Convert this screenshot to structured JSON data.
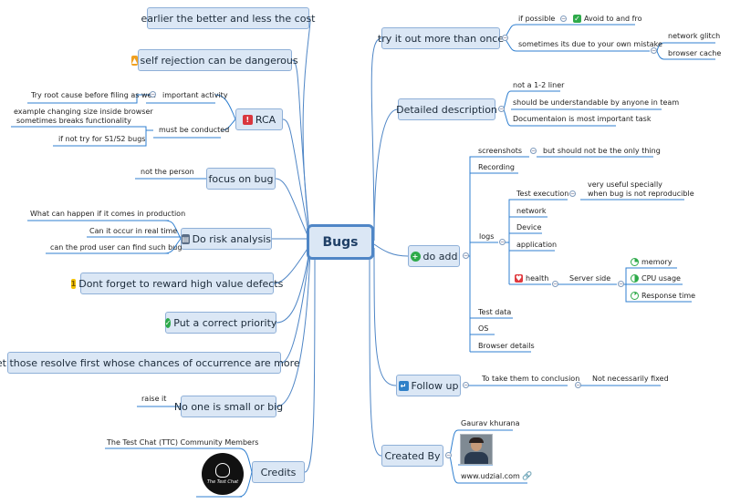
{
  "central": {
    "label": "Bugs"
  },
  "left": {
    "earlier": "earlier the better and less the cost",
    "self_rejection": "self rejection can be dangerous",
    "rca": {
      "label": "RCA",
      "important_activity": "important activity",
      "try_root_cause": "Try root cause before filing as well",
      "must_be_conducted": "must be conducted",
      "example_line1": "example changing size inside browser",
      "example_line2": "sometimes breaks functionality",
      "if_not_try": "if not try for S1/S2 bugs"
    },
    "focus": {
      "label": "focus on bug",
      "not_the_person": "not the person"
    },
    "risk": {
      "label": "Do risk analysis",
      "what_can_happen": "What can happen if it comes in production",
      "can_it_occur": "Can it occur in real time",
      "can_prod_user": "can the prod user can find such bug"
    },
    "reward": "Dont forget to reward high value defects",
    "priority": "Put a correct priority",
    "resolve": "Get those resolve first whose chances of occurrence are more",
    "small_big": {
      "label": "No one is small or big",
      "raise_it": "raise it"
    },
    "credits": {
      "label": "Credits",
      "community": "The Test Chat (TTC) Community Members",
      "logo_text": "The Test Chat"
    }
  },
  "right": {
    "try_it": {
      "label": "try it out more than once",
      "if_possible": "if possible",
      "avoid": "Avoid to and fro",
      "sometimes": "sometimes its due to your own mistake",
      "network_glitch": "network glitch",
      "browser_cache": "browser cache"
    },
    "detailed": {
      "label": "Detailed description",
      "not_liner": "not a 1-2 liner",
      "understandable": "should be understandable by anyone in team",
      "documentation": "Documentaion is most important task"
    },
    "do_add": {
      "label": "do add",
      "screenshots": "screenshots",
      "but_should_not": "but should not be the only thing",
      "recording": "Recording",
      "logs": "logs",
      "test_execution": "Test execution",
      "very_useful_line1": "very useful specially",
      "very_useful_line2": "when bug is not reproducible",
      "network": "network",
      "device": "Device",
      "application": "application",
      "health": "health",
      "server_side": "Server side",
      "memory": "memory",
      "cpu": "CPU usage",
      "response": "Response time",
      "test_data": "Test data",
      "os": "OS",
      "browser_details": "Browser details"
    },
    "follow_up": {
      "label": "Follow up",
      "to_take": "To take them to conclusion",
      "not_fixed": "Not necessarily fixed"
    },
    "created_by": {
      "label": "Created By",
      "author": "Gaurav khurana",
      "website": "www.udzial.com"
    }
  },
  "colors": {
    "branch": "#4f86c6",
    "node_fill": "#dbe7f5",
    "node_border": "#8fb0d8",
    "underline": "#2f7fd0"
  }
}
